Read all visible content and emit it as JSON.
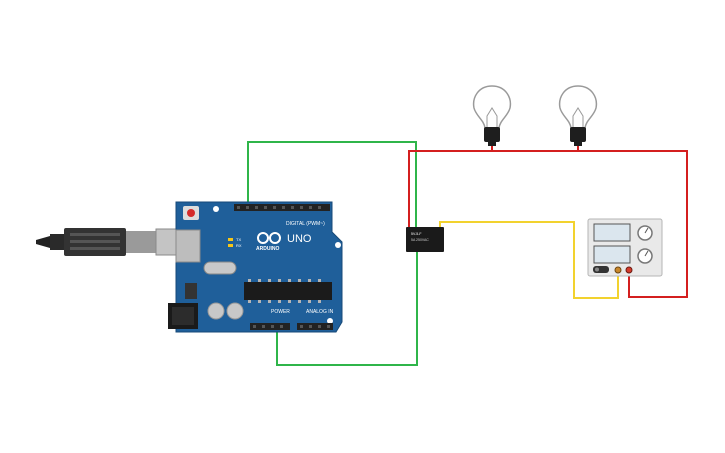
{
  "arduino": {
    "model_label": "UNO",
    "brand_label": "ARDUINO",
    "digital_header_label": "DIGITAL (PWM~)",
    "power_label": "POWER",
    "analog_label": "ANALOG IN",
    "tx_label": "TX",
    "rx_label": "RX",
    "board_color": "#1f5f9a"
  },
  "relay": {
    "line1": "5V-5-F",
    "line2": "5A 250VAC"
  },
  "wires": {
    "green": "#2fb54a",
    "red": "#d41f1f",
    "yellow": "#f2d22e",
    "black": "#222222"
  },
  "icons": [
    "usb-cable-icon",
    "lightbulb-icon",
    "lightbulb-icon",
    "relay-icon",
    "power-supply-icon",
    "arduino-board-icon"
  ]
}
